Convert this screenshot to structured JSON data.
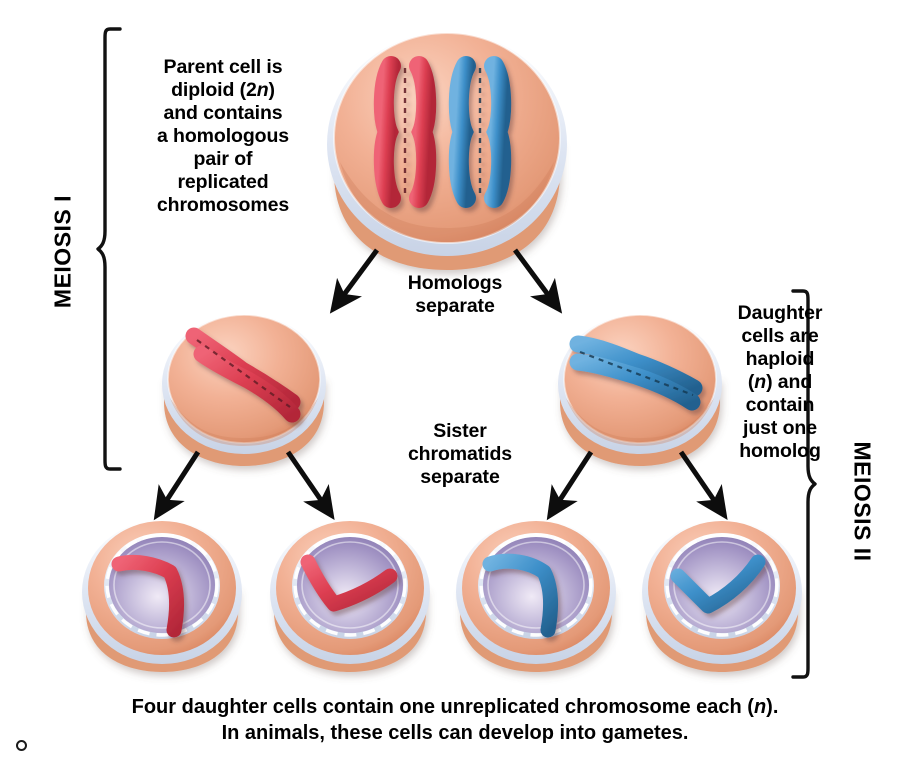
{
  "figure": {
    "title": "Meiosis overview",
    "background": "#ffffff"
  },
  "stages": {
    "meiosis_one": "MEIOSIS I",
    "meiosis_two": "MEIOSIS II"
  },
  "callouts": {
    "parent": {
      "lines": [
        "Parent cell is",
        "diploid (2n)",
        "and contains",
        "a homologous",
        "pair of",
        "replicated",
        "chromosomes"
      ]
    },
    "homologs_separate": {
      "lines": [
        "Homologs",
        "separate"
      ]
    },
    "sister_chromatids_separate": {
      "lines": [
        "Sister",
        "chromatids",
        "separate"
      ]
    },
    "daughter": {
      "lines": [
        "Daughter",
        "cells are",
        "haploid",
        "(n) and",
        "contain",
        "just one",
        "homolog"
      ]
    }
  },
  "caption": {
    "line1_a": "Four daughter cells contain one unreplicated chromosome each (",
    "line1_n": "n",
    "line1_b": ").",
    "line2": "In animals, these cells can develop into gametes."
  },
  "colors": {
    "chromosome_red": "#dd3f52",
    "chromosome_blue": "#3d8fc9",
    "cytoplasm": "#f0ae93",
    "cytoplasm_dark": "#d98b68",
    "membrane": "#e3e9f4",
    "nucleus": "#a89cc8",
    "nucleus_light": "#d9d2e8",
    "text": "#000000",
    "arrow": "#0d0d0d"
  },
  "cells": [
    {
      "id": "parent-cell",
      "row": "meiosis-i-start",
      "ploidy": "2n",
      "chromosomes": [
        {
          "color": "red",
          "state": "replicated",
          "shape": "vertical-sister-pair"
        },
        {
          "color": "blue",
          "state": "replicated",
          "shape": "vertical-sister-pair"
        }
      ],
      "nucleus_visible": false
    },
    {
      "id": "daughter-cell-left",
      "row": "meiosis-i-end",
      "ploidy": "n",
      "chromosomes": [
        {
          "color": "red",
          "state": "replicated",
          "shape": "diagonal-sister-pair"
        }
      ],
      "nucleus_visible": false
    },
    {
      "id": "daughter-cell-right",
      "row": "meiosis-i-end",
      "ploidy": "n",
      "chromosomes": [
        {
          "color": "blue",
          "state": "replicated",
          "shape": "horizontal-sister-pair"
        }
      ],
      "nucleus_visible": false
    },
    {
      "id": "gamete-cell-1",
      "row": "meiosis-ii-end",
      "ploidy": "n",
      "chromosomes": [
        {
          "color": "red",
          "state": "unreplicated",
          "shape": "bent-down-right"
        }
      ],
      "nucleus_visible": true
    },
    {
      "id": "gamete-cell-2",
      "row": "meiosis-ii-end",
      "ploidy": "n",
      "chromosomes": [
        {
          "color": "red",
          "state": "unreplicated",
          "shape": "check-mark"
        }
      ],
      "nucleus_visible": true
    },
    {
      "id": "gamete-cell-3",
      "row": "meiosis-ii-end",
      "ploidy": "n",
      "chromosomes": [
        {
          "color": "blue",
          "state": "unreplicated",
          "shape": "bent-down-right"
        }
      ],
      "nucleus_visible": true
    },
    {
      "id": "gamete-cell-4",
      "row": "meiosis-ii-end",
      "ploidy": "n",
      "chromosomes": [
        {
          "color": "blue",
          "state": "unreplicated",
          "shape": "check-mark"
        }
      ],
      "nucleus_visible": true
    }
  ],
  "arrows": [
    {
      "id": "parent-to-left",
      "label": "Homologs separate"
    },
    {
      "id": "parent-to-right",
      "label": "Homologs separate"
    },
    {
      "id": "left-to-gamete-1",
      "label": "Sister chromatids separate"
    },
    {
      "id": "left-to-gamete-2",
      "label": "Sister chromatids separate"
    },
    {
      "id": "right-to-gamete-3",
      "label": "Sister chromatids separate"
    },
    {
      "id": "right-to-gamete-4",
      "label": "Sister chromatids separate"
    }
  ]
}
